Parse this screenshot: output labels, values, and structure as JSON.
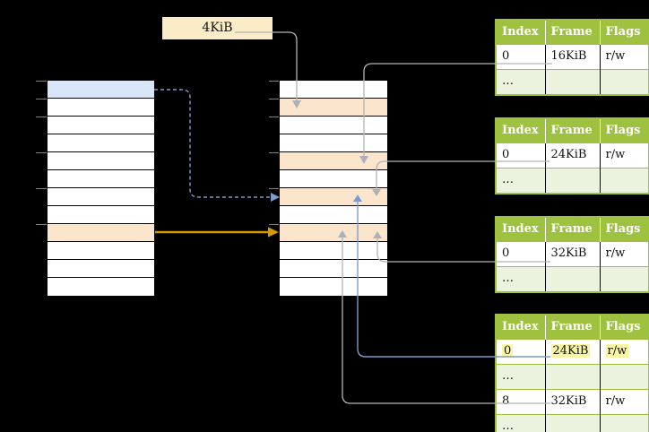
{
  "colors": {
    "background": "#000000",
    "page-blue": "#D9E6F7",
    "frame-orange": "#FCE5CD",
    "cell-white": "#FFFFFF",
    "grid-border": "#000000",
    "tick-gray": "#7F7F7F",
    "table-green": "#9FC140",
    "table-row-green": "#EBF2DE",
    "header-text": "#FFFFFF",
    "body-text": "#111111",
    "label-cream": "#FBECC8",
    "highlight-yellow": "#F8F5A3",
    "connector-gray": "#B3B3B3",
    "arrowhead-gray": "#ACB0B8",
    "connector-blue": "#7D9BCE",
    "arrow-orange": "#D79B00"
  },
  "size_label": {
    "text": "4KiB"
  },
  "virtual_memory": {
    "rows": [
      "blue",
      "white",
      "white",
      "white",
      "white",
      "white",
      "white",
      "white",
      "orange",
      "white",
      "white",
      "white"
    ],
    "ticks": [
      0,
      20,
      40,
      80,
      120,
      160
    ]
  },
  "physical_memory": {
    "rows": [
      "white",
      "orange",
      "white",
      "white",
      "orange",
      "white",
      "orange",
      "white",
      "orange",
      "white",
      "white",
      "white"
    ],
    "ticks": [
      0,
      20,
      40,
      80,
      120,
      160
    ]
  },
  "page_tables": [
    {
      "columns": [
        "Index",
        "Frame",
        "Flags"
      ],
      "rows": [
        {
          "cells": [
            "0",
            "16KiB",
            "r/w"
          ],
          "variant": "white",
          "highlighted": false
        },
        {
          "cells": [
            "…",
            "",
            ""
          ],
          "variant": "green",
          "highlighted": false
        }
      ]
    },
    {
      "columns": [
        "Index",
        "Frame",
        "Flags"
      ],
      "rows": [
        {
          "cells": [
            "0",
            "24KiB",
            "r/w"
          ],
          "variant": "white",
          "highlighted": false
        },
        {
          "cells": [
            "…",
            "",
            ""
          ],
          "variant": "green",
          "highlighted": false
        }
      ]
    },
    {
      "columns": [
        "Index",
        "Frame",
        "Flags"
      ],
      "rows": [
        {
          "cells": [
            "0",
            "32KiB",
            "r/w"
          ],
          "variant": "white",
          "highlighted": false
        },
        {
          "cells": [
            "…",
            "",
            ""
          ],
          "variant": "green",
          "highlighted": false
        }
      ]
    },
    {
      "columns": [
        "Index",
        "Frame",
        "Flags"
      ],
      "rows": [
        {
          "cells": [
            "0",
            "24KiB",
            "r/w"
          ],
          "variant": "white",
          "highlighted": true
        },
        {
          "cells": [
            "…",
            "",
            ""
          ],
          "variant": "green",
          "highlighted": false
        },
        {
          "cells": [
            "8",
            "32KiB",
            "r/w"
          ],
          "variant": "white",
          "highlighted": false
        },
        {
          "cells": [
            "…",
            "",
            ""
          ],
          "variant": "green",
          "highlighted": false
        }
      ]
    }
  ]
}
